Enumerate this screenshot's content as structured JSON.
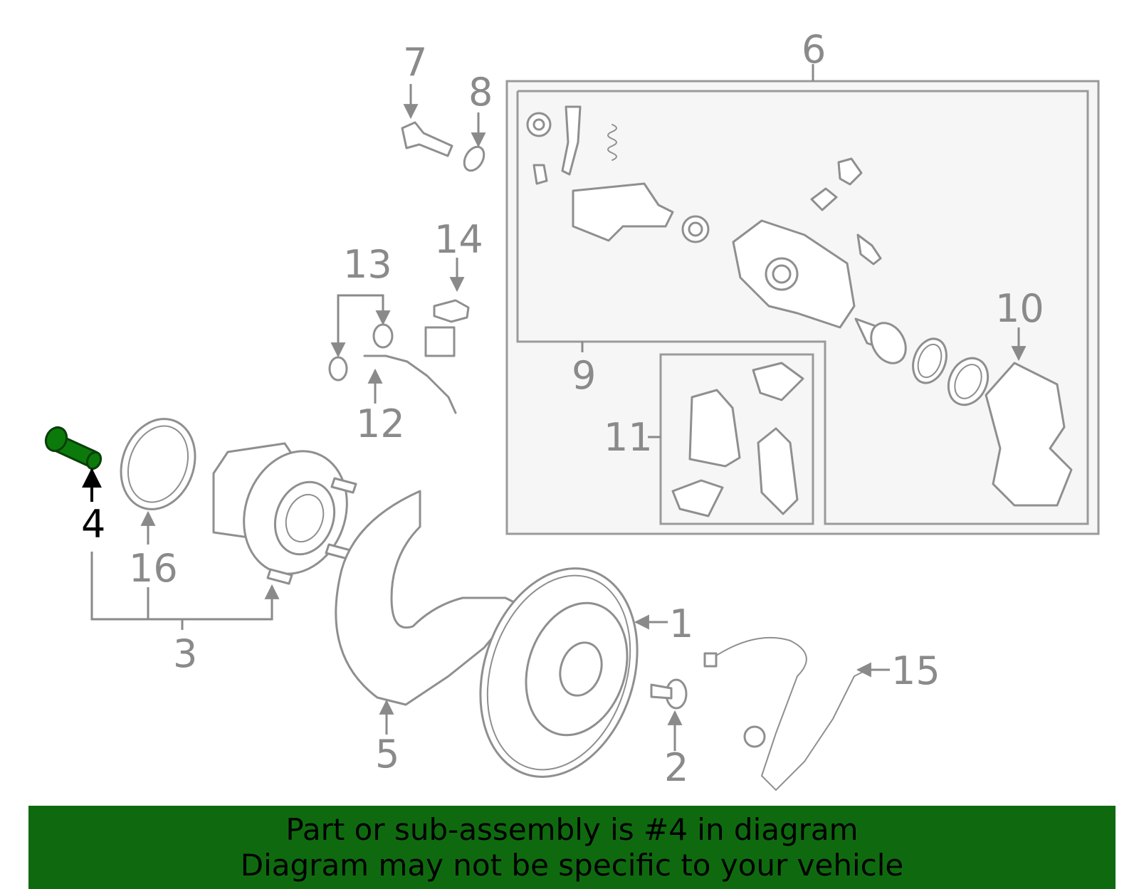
{
  "callouts": {
    "c1": "1",
    "c2": "2",
    "c3": "3",
    "c4": "4",
    "c5": "5",
    "c6": "6",
    "c7": "7",
    "c8": "8",
    "c9": "9",
    "c10": "10",
    "c11": "11",
    "c12": "12",
    "c13": "13",
    "c14": "14",
    "c15": "15",
    "c16": "16"
  },
  "highlighted_part": "4",
  "colors": {
    "highlight": "#0b7a0b",
    "banner": "#0f6a0f",
    "line": "#8a8a8a"
  },
  "banner": {
    "line1": "Part or sub-assembly is #4 in diagram",
    "line2": "Diagram may not be specific to your vehicle"
  }
}
